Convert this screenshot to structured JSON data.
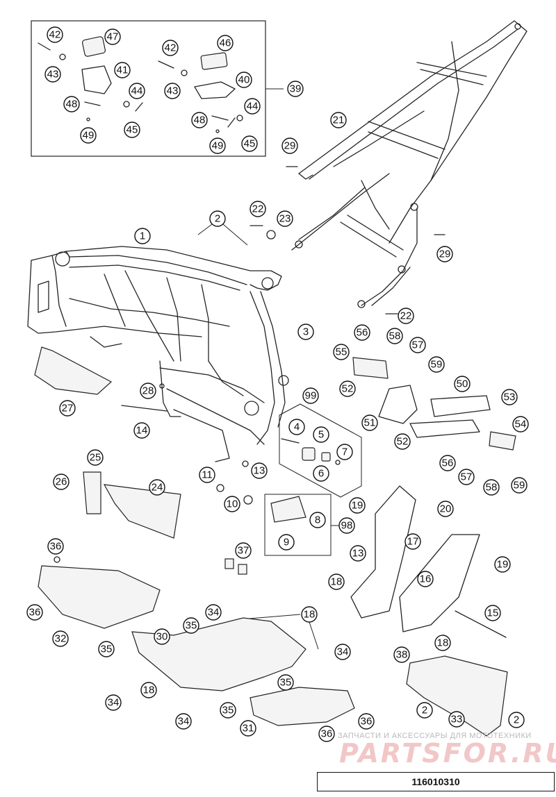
{
  "callouts": {
    "c1": "1",
    "c2a": "2",
    "c2b": "2",
    "c2c": "2",
    "c3": "3",
    "c4": "4",
    "c5": "5",
    "c6": "6",
    "c7": "7",
    "c8": "8",
    "c9": "9",
    "c10": "10",
    "c11": "11",
    "c13a": "13",
    "c13b": "13",
    "c14": "14",
    "c15": "15",
    "c16": "16",
    "c17": "17",
    "c18a": "18",
    "c18b": "18",
    "c18c": "18",
    "c18d": "18",
    "c19a": "19",
    "c19b": "19",
    "c20": "20",
    "c21": "21",
    "c22a": "22",
    "c22b": "22",
    "c23": "23",
    "c24": "24",
    "c25": "25",
    "c26": "26",
    "c27": "27",
    "c28": "28",
    "c29a": "29",
    "c29b": "29",
    "c30": "30",
    "c31": "31",
    "c32": "32",
    "c33": "33",
    "c34a": "34",
    "c34b": "34",
    "c34c": "34",
    "c34d": "34",
    "c35a": "35",
    "c35b": "35",
    "c35c": "35",
    "c35d": "35",
    "c36a": "36",
    "c36b": "36",
    "c36c": "36",
    "c36d": "36",
    "c37": "37",
    "c38": "38",
    "c39": "39",
    "c40": "40",
    "c41": "41",
    "c42a": "42",
    "c42b": "42",
    "c43a": "43",
    "c43b": "43",
    "c44a": "44",
    "c44b": "44",
    "c45a": "45",
    "c45b": "45",
    "c46": "46",
    "c47": "47",
    "c48a": "48",
    "c48b": "48",
    "c49a": "49",
    "c49b": "49",
    "c50": "50",
    "c51": "51",
    "c52a": "52",
    "c52b": "52",
    "c53": "53",
    "c54": "54",
    "c55": "55",
    "c56a": "56",
    "c56b": "56",
    "c57a": "57",
    "c57b": "57",
    "c58a": "58",
    "c58b": "58",
    "c59a": "59",
    "c59b": "59",
    "c98": "98",
    "c99": "99"
  },
  "watermark": {
    "caption": "ЗАПЧАСТИ И АКСЕССУАРЫ ДЛЯ МОТОТЕХНИКИ",
    "logo": "PARTSFOR.RU"
  },
  "document_number": "116010310"
}
